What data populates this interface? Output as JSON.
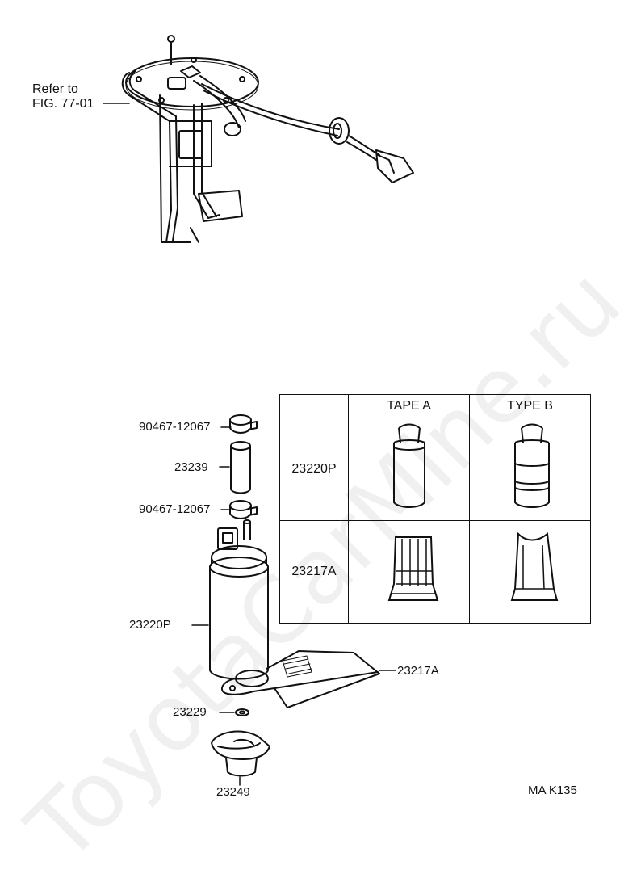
{
  "refer": {
    "line1": "Refer to",
    "line2": "FIG. 77-01"
  },
  "parts": {
    "clamp_top": "90467-12067",
    "hose": "23239",
    "clamp_bottom": "90467-12067",
    "pump": "23220P",
    "filter": "23217A",
    "ring": "23229",
    "holder": "23249"
  },
  "table": {
    "headers": [
      "",
      "TAPE A",
      "TYPE B"
    ],
    "rows": [
      {
        "label": "23220P"
      },
      {
        "label": "23217A"
      }
    ]
  },
  "code": "MA K135",
  "watermark": "ToyotaCarMine.ru"
}
